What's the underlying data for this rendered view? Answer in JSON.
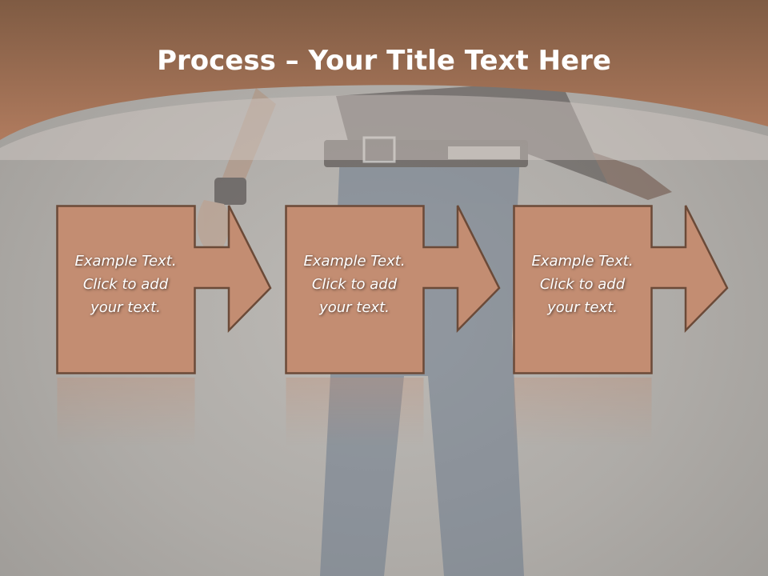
{
  "slide": {
    "title_bold": "Process",
    "title_rest": " – Your Title Text Here",
    "steps": [
      {
        "line1": "Example Text.",
        "line2": "Click  to add",
        "line3": "your text."
      },
      {
        "line1": "Example Text.",
        "line2": "Click  to add",
        "line3": "your text."
      },
      {
        "line1": "Example Text.",
        "line2": "Click  to add",
        "line3": "your text."
      }
    ]
  },
  "colors": {
    "header_top": "#7f5b43",
    "header_bottom": "#b07b5e",
    "box_fill": "#c38d72",
    "box_stroke": "#6b4a38",
    "background": "#aeaba7"
  }
}
